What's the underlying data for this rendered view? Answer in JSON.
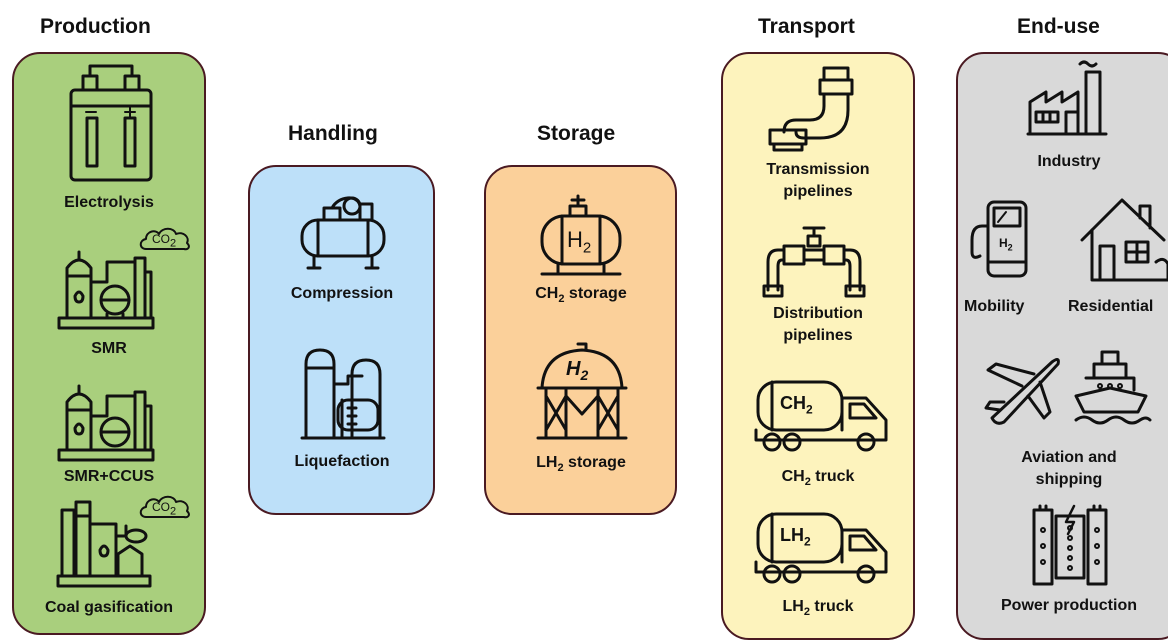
{
  "columns": {
    "production": {
      "title": "Production",
      "items": {
        "electrolysis": "Electrolysis",
        "smr": "SMR",
        "smr_ccus": "SMR+CCUS",
        "coal": "Coal gasification"
      },
      "co2_badge": {
        "main": "CO",
        "sub": "2"
      }
    },
    "handling": {
      "title": "Handling",
      "items": {
        "compression": "Compression",
        "liquefaction": "Liquefaction"
      }
    },
    "storage": {
      "title": "Storage",
      "items": {
        "ch2": {
          "pre": "CH",
          "sub": "2",
          "post": " storage"
        },
        "lh2": {
          "pre": "LH",
          "sub": "2",
          "post": " storage"
        }
      },
      "tank_label": {
        "main": "H",
        "sub": "2"
      }
    },
    "transport": {
      "title": "Transport",
      "items": {
        "transmission_1": "Transmission",
        "transmission_2": "pipelines",
        "distribution_1": "Distribution",
        "distribution_2": "pipelines",
        "ch2_truck": {
          "pre": "CH",
          "sub": "2",
          "post": " truck"
        },
        "lh2_truck": {
          "pre": "LH",
          "sub": "2",
          "post": " truck"
        }
      },
      "truck_tank": {
        "ch2": {
          "main": "CH",
          "sub": "2"
        },
        "lh2": {
          "main": "LH",
          "sub": "2"
        }
      }
    },
    "enduse": {
      "title": "End-use",
      "items": {
        "industry": "Industry",
        "mobility": "Mobility",
        "residential": "Residential",
        "aviation_1": "Aviation and",
        "aviation_2": "shipping",
        "power": "Power production"
      },
      "pump_label": {
        "main": "H",
        "sub": "2"
      }
    }
  },
  "colors": {
    "production": "#a9cf7d",
    "handling": "#bde0f9",
    "storage": "#fbd09a",
    "transport": "#fdf3bd",
    "enduse": "#d9d9d9",
    "border": "#4a1a22"
  }
}
